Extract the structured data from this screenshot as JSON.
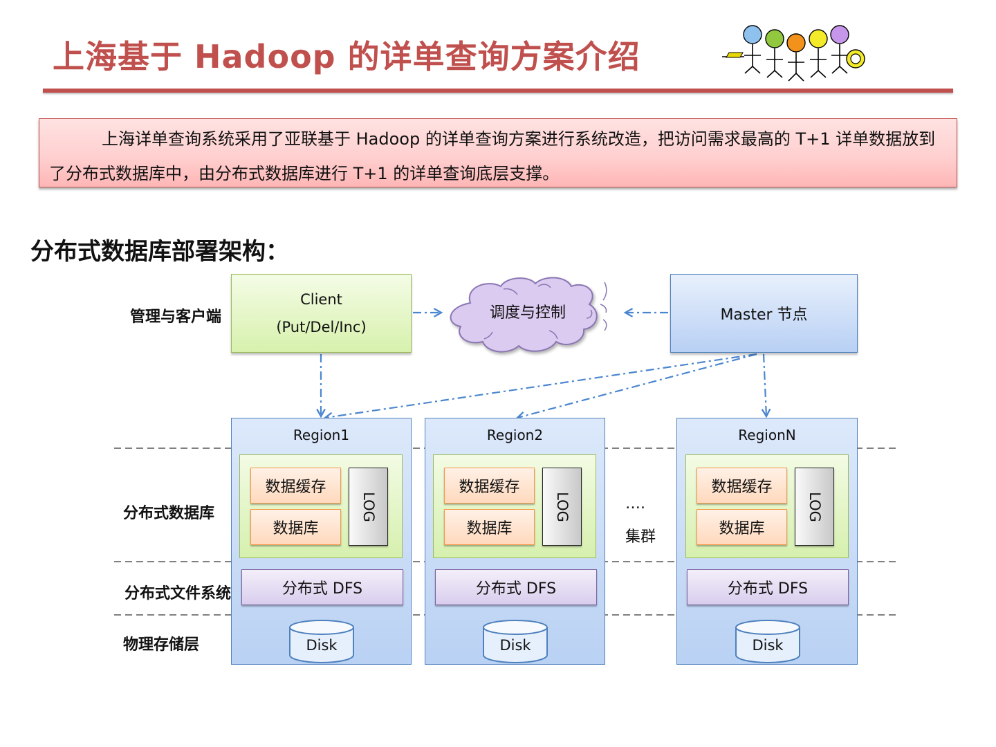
{
  "title": "上海基于 Hadoop 的详单查询方案介绍",
  "summary": "上海详单查询系统采用了亚联基于 Hadoop 的详单查询方案进行系统改造，把访问需求最高的 T+1 详单数据放到了分布式数据库中，由分布式数据库进行 T+1 的详单查询底层支撑。",
  "section_heading": "分布式数据库部署架构：",
  "layers": {
    "management": "管理与客户端",
    "database": "分布式数据库",
    "filesystem": "分布式文件系统",
    "storage": "物理存储层"
  },
  "client": {
    "line1": "Client",
    "line2": "(Put/Del/Inc)"
  },
  "scheduler": "调度与控制",
  "master": "Master 节点",
  "regions": [
    {
      "title": "Region1",
      "cache": "数据缓存",
      "db": "数据库",
      "log": "LOG",
      "dfs": "分布式 DFS",
      "disk": "Disk"
    },
    {
      "title": "Region2",
      "cache": "数据缓存",
      "db": "数据库",
      "log": "LOG",
      "dfs": "分布式 DFS",
      "disk": "Disk"
    },
    {
      "title": "RegionN",
      "cache": "数据缓存",
      "db": "数据库",
      "log": "LOG",
      "dfs": "分布式 DFS",
      "disk": "Disk"
    }
  ],
  "cluster": {
    "dots": "….",
    "label": "集群"
  },
  "colors": {
    "title_red": "#c0504d",
    "arrow_blue": "#4a86cf",
    "green_border": "#9bbb59",
    "blue_border": "#4f81bd",
    "purple_border": "#8064a2",
    "orange_border": "#f79646"
  }
}
